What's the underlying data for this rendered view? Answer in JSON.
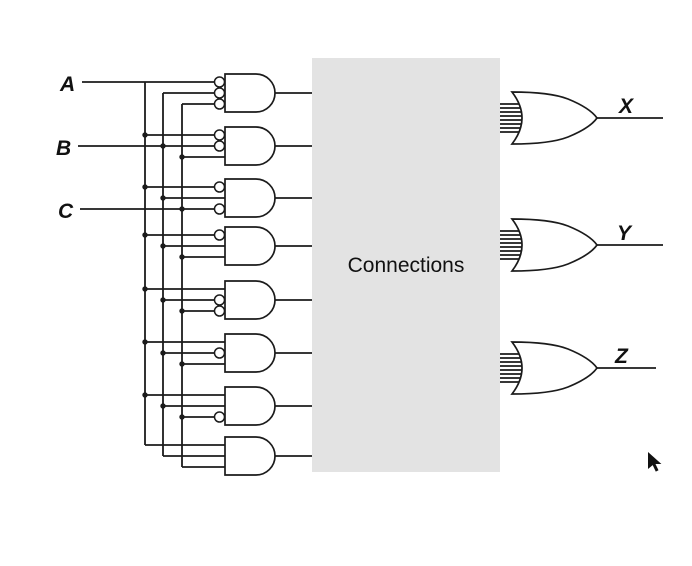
{
  "inputs": {
    "a": "A",
    "b": "B",
    "c": "C"
  },
  "connections_box": {
    "label": "Connections"
  },
  "outputs": {
    "x": "X",
    "y": "Y",
    "z": "Z"
  },
  "gates": {
    "and_count": 8,
    "or_count": 3,
    "and_inverted_inputs": [
      [
        "A",
        "B",
        "C"
      ],
      [
        "A",
        "B"
      ],
      [
        "A",
        "C"
      ],
      [
        "A"
      ],
      [
        "B",
        "C"
      ],
      [
        "B"
      ],
      [
        "C"
      ],
      []
    ]
  },
  "colors": {
    "wire": "#1b1b1b",
    "connections_box_fill": "#e3e3e3",
    "background": "#ffffff"
  }
}
